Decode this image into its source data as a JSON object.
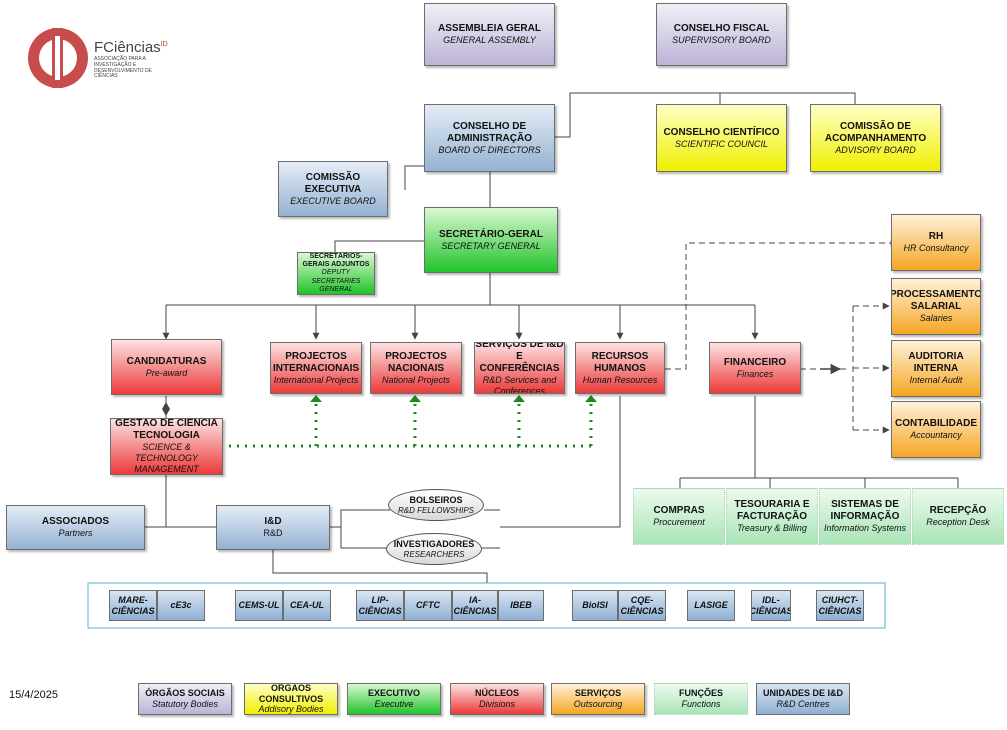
{
  "logo": {
    "name": "FCiências",
    "sup": "ID",
    "subtitle": "ASSOCIAÇÃO PARA A INVESTIGAÇÃO E DESENVOLVIMENTO DE CIÊNCIAS"
  },
  "boxes": {
    "assembleia": {
      "title": "ASSEMBLEIA GERAL",
      "subtitle": "GENERAL ASSEMBLY"
    },
    "conselho_fiscal": {
      "title": "CONSELHO FISCAL",
      "subtitle": "SUPERVISORY BOARD"
    },
    "conselho_admin": {
      "title": "CONSELHO DE ADMINISTRAÇÃO",
      "subtitle": "BOARD OF DIRECTORS"
    },
    "conselho_cientifico": {
      "title": "CONSELHO CIENTÍFICO",
      "subtitle": "SCIENTIFIC COUNCIL"
    },
    "comissao_acomp": {
      "title": "COMISSÃO DE ACOMPANHAMENTO",
      "subtitle": "ADVISORY BOARD"
    },
    "comissao_exec": {
      "title": "COMISSÃO EXECUTIVA",
      "subtitle": "EXECUTIVE BOARD"
    },
    "secretario": {
      "title": "SECRETÁRIO-GERAL",
      "subtitle": "SECRETARY GENERAL"
    },
    "adjuntos": {
      "title": "SECRETÁRIOS-GERAIS ADJUNTOS",
      "subtitle": "DEPUTY SECRETARIES GENERAL"
    },
    "candidaturas": {
      "title": "CANDIDATURAS",
      "subtitle": "Pre-award"
    },
    "proj_int": {
      "title": "PROJECTOS INTERNACIONAIS",
      "subtitle": "International Projects"
    },
    "proj_nac": {
      "title": "PROJECTOS NACIONAIS",
      "subtitle": "National Projects"
    },
    "servicos": {
      "title": "SERVIÇOS DE I&D E CONFERÊNCIAS",
      "subtitle": "R&D Services and Conferences"
    },
    "recursos": {
      "title": "RECURSOS HUMANOS",
      "subtitle": "Human Resources"
    },
    "financeiro": {
      "title": "FINANCEIRO",
      "subtitle": "Finances"
    },
    "rh": {
      "title": "RH",
      "subtitle": "HR Consultancy"
    },
    "processamento": {
      "title": "PROCESSAMENTO SALARIAL",
      "subtitle": "Salaries"
    },
    "auditoria": {
      "title": "AUDITORIA INTERNA",
      "subtitle": "Internal Audit"
    },
    "contabilidade": {
      "title": "CONTABILIDADE",
      "subtitle": "Accountancy"
    },
    "gestao": {
      "title": "GESTÃO DE CIÊNCIA TECNOLOGIA",
      "subtitle": "SCIENCE & TECHNOLOGY MANAGEMENT"
    },
    "associados": {
      "title": "ASSOCIADOS",
      "subtitle": "Partners"
    },
    "id": {
      "title": "I&D",
      "subtitle": "R&D"
    },
    "bolseiros": {
      "title": "BOLSEIROS",
      "subtitle": "R&D FELLOWSHIPS"
    },
    "investigadores": {
      "title": "INVESTIGADORES",
      "subtitle": "RESEARCHERS"
    },
    "compras": {
      "title": "COMPRAS",
      "subtitle": "Procurement"
    },
    "tesouraria": {
      "title": "TESOURARIA E FACTURAÇÃO",
      "subtitle": "Treasury & Billing"
    },
    "sistemas": {
      "title": "SISTEMAS DE INFORMAÇÃO",
      "subtitle": "Information Systems"
    },
    "recepcao": {
      "title": "RECEPÇÃO",
      "subtitle": "Reception Desk"
    }
  },
  "units": [
    "MARE-CIÊNCIAS",
    "cE3c",
    "CEMS-UL",
    "CEA-UL",
    "LIP-CIÊNCIAS",
    "CFTC",
    "IA-CIÊNCIAS",
    "IBEB",
    "BioISI",
    "CQE-CIÊNCIAS",
    "LASIGE",
    "IDL-CIÊNCIAS",
    "CIUHCT-CIÊNCIAS"
  ],
  "date": "15/4/2025",
  "legend": [
    {
      "title": "ÓRGÃOS SOCIAIS",
      "subtitle": "Statutory Bodies"
    },
    {
      "title": "ÓRGÃOS CONSULTIVOS",
      "subtitle": "Addisory Bodies"
    },
    {
      "title": "EXECUTIVO",
      "subtitle": "Executive"
    },
    {
      "title": "NÚCLEOS",
      "subtitle": "Divisions"
    },
    {
      "title": "SERVIÇOS",
      "subtitle": "Outsourcing"
    },
    {
      "title": "FUNÇÕES",
      "subtitle": "Functions"
    },
    {
      "title": "UNIDADES DE I&D",
      "subtitle": "R&D Centres"
    }
  ],
  "colors": {
    "statutory": "#bcb3d6",
    "advisory": "#f0f000",
    "executive": "#22c32a",
    "divisions": "#ec3a3a",
    "outsourcing": "#f5a623",
    "functions": "#a8e5b7",
    "rd_centres": "#8fb0d3",
    "logo": "#c94c4c",
    "dotted_link": "#1e8a1e"
  }
}
